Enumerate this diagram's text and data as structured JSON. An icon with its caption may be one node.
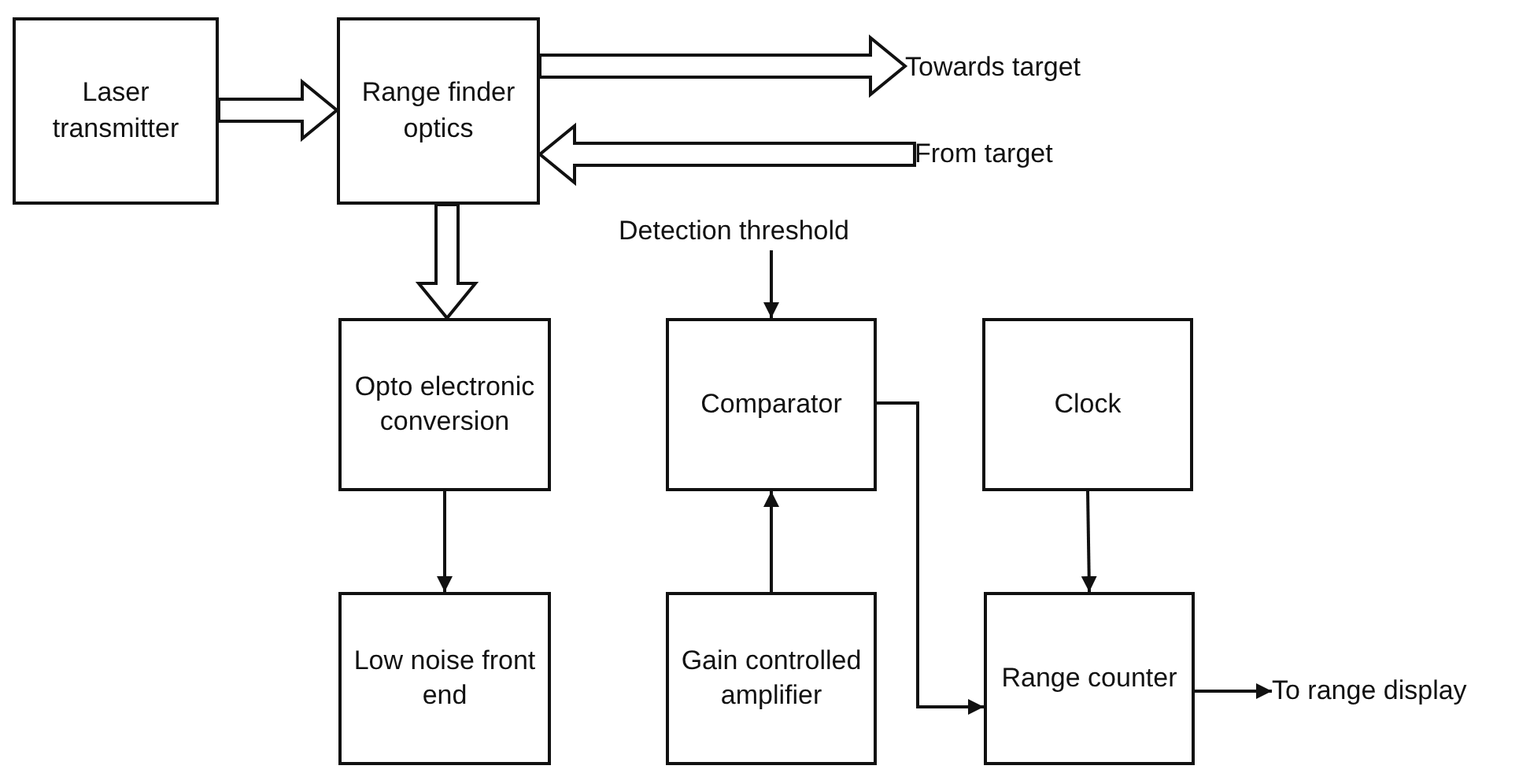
{
  "diagram": {
    "nodes": [
      {
        "text": [
          "Laser transmitter"
        ]
      },
      {
        "text": [
          "Range finder optics"
        ]
      },
      {
        "text": [
          "Towards target"
        ]
      },
      {
        "text": [
          "From target"
        ]
      },
      {
        "text": [
          "Opto electronic conversion"
        ]
      },
      {
        "text": [
          "Detection threshold"
        ]
      },
      {
        "text": [
          "Comparator"
        ]
      },
      {
        "text": [
          "Clock"
        ]
      },
      {
        "text": [
          "Low noise front end"
        ]
      },
      {
        "text": [
          "Gain controlled amplifier"
        ]
      },
      {
        "text": [
          "Range counter"
        ]
      },
      {
        "text": [
          "To range display"
        ]
      }
    ],
    "edges": [
      {
        "from": 0,
        "to": 1,
        "arrow": "to",
        "style": "thick"
      },
      {
        "from": 1,
        "to": 2,
        "arrow": "to",
        "style": "thick"
      },
      {
        "from": 3,
        "to": 1,
        "arrow": "to",
        "style": "thick"
      },
      {
        "from": 1,
        "to": 4,
        "arrow": "to",
        "style": "thick"
      },
      {
        "from": 4,
        "to": 8,
        "arrow": "to"
      },
      {
        "from": 5,
        "to": 6,
        "arrow": "to"
      },
      {
        "from": 9,
        "to": 6,
        "arrow": "to"
      },
      {
        "from": 6,
        "to": 10,
        "arrow": "to"
      },
      {
        "from": 7,
        "to": 10,
        "arrow": "to"
      },
      {
        "from": 10,
        "to": 11,
        "arrow": "to"
      }
    ]
  }
}
